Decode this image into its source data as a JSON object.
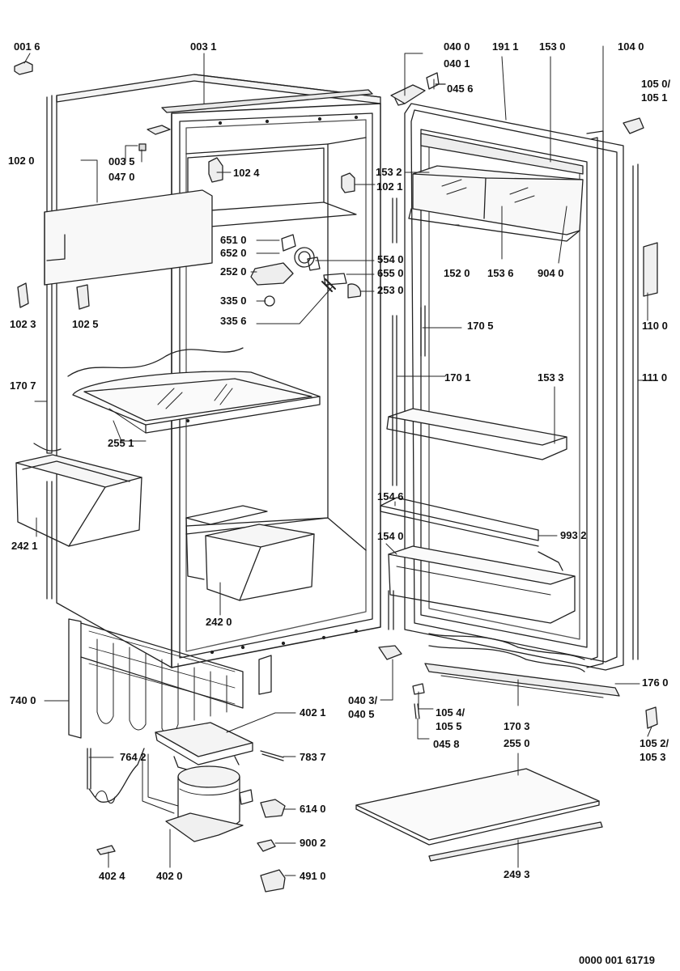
{
  "callouts": {
    "p0016": "001 6",
    "p0031": "003 1",
    "p0035": "003 5",
    "p0470": "047 0",
    "p1020": "102 0",
    "p1024": "102 4",
    "p1021": "102 1",
    "p1023": "102 3",
    "p1025": "102 5",
    "p1532": "153 2",
    "p0400": "040 0",
    "p0401": "040 1",
    "p0456": "045 6",
    "p1911": "191 1",
    "p1530": "153 0",
    "p1040": "104 0",
    "p1050": "105 0/",
    "p1051": "105 1",
    "p6510": "651 0",
    "p6520": "652 0",
    "p5540": "554 0",
    "p6550": "655 0",
    "p2520": "252 0",
    "p2530": "253 0",
    "p3350": "335 0",
    "p3356": "335 6",
    "p1520": "152 0",
    "p1536": "153 6",
    "p9040": "904 0",
    "p1100": "110 0",
    "p1705": "170 5",
    "p1707": "170 7",
    "p1701": "170 1",
    "p1533": "153 3",
    "p1110": "111 0",
    "p2551": "255 1",
    "p2421": "242 1",
    "p1546": "154 6",
    "p9932": "993 2",
    "p1540": "154 0",
    "p2420": "242 0",
    "p1760": "176 0",
    "p7400": "740 0",
    "p0403": "040 3/",
    "p0405": "040 5",
    "p1054": "105 4/",
    "p1055": "105 5",
    "p1703": "170 3",
    "p0458": "045 8",
    "p1052": "105 2/",
    "p1053": "105 3",
    "p4021": "402 1",
    "p2550": "255 0",
    "p7642": "764 2",
    "p7837": "783 7",
    "p6140": "614 0",
    "p9002": "900 2",
    "p4024": "402 4",
    "p4020": "402 0",
    "p4910": "491 0",
    "p2493": "249 3"
  },
  "footer": {
    "docnum": "0000 001 61719"
  }
}
